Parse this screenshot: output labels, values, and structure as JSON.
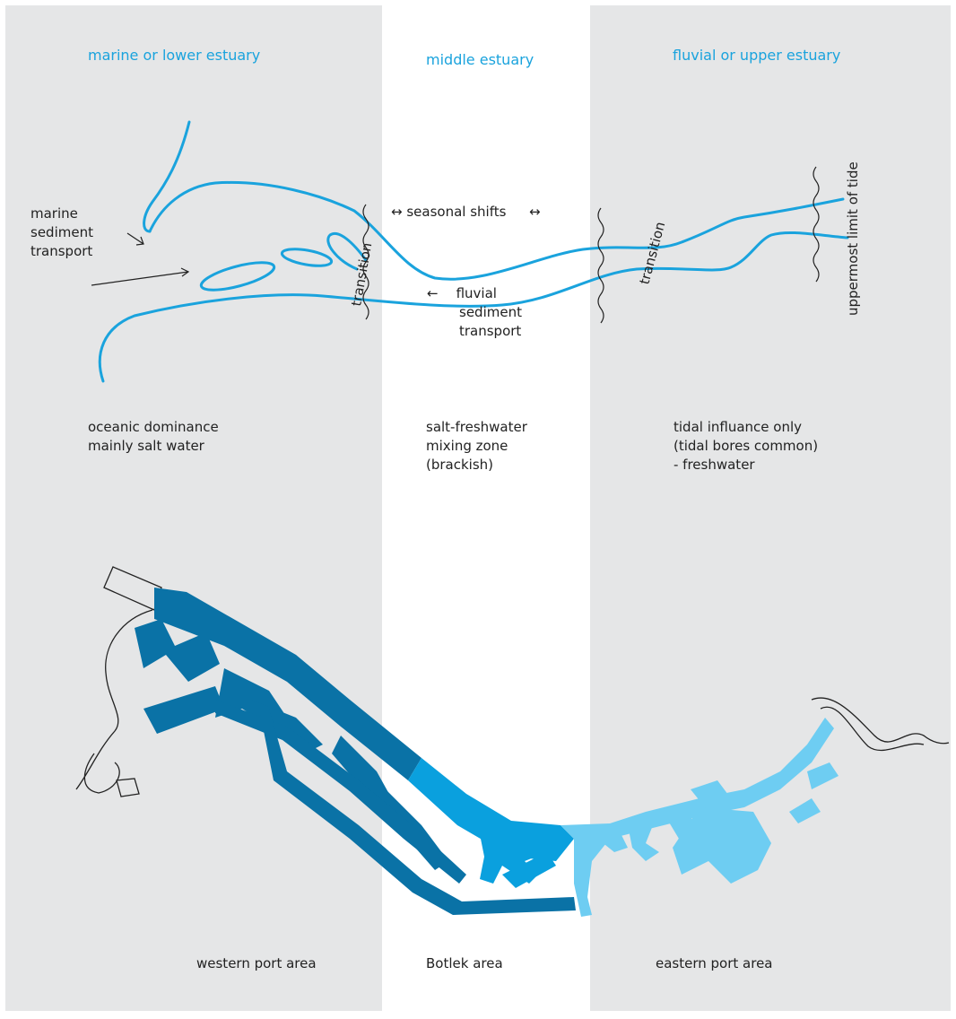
{
  "colors": {
    "panel": "#e5e6e7",
    "accent": "#1aa3dd",
    "river": "#1aa3dd",
    "port_western": "#0a72a6",
    "port_botlek": "#0aa0de",
    "port_eastern": "#6ecdf2",
    "ink": "#222222"
  },
  "zones": {
    "left": {
      "heading": "marine or lower estuary"
    },
    "middle": {
      "heading": "middle estuary"
    },
    "right": {
      "heading": "fluvial or upper estuary"
    }
  },
  "annotations": {
    "marine_transport": [
      "marine",
      "sediment",
      "transport"
    ],
    "seasonal_shifts": "seasonal shifts",
    "fluvial_transport": [
      "fluvial",
      "sediment",
      "transport"
    ],
    "transition": "transition",
    "tide_limit": "uppermost limit of tide",
    "arrow_both": "↔",
    "arrow_left": "←"
  },
  "descriptions": {
    "left": [
      "oceanic dominance",
      "mainly salt water"
    ],
    "middle": [
      "salt-freshwater",
      "mixing zone",
      "(brackish)"
    ],
    "right": [
      "tidal influance only",
      "(tidal bores common)",
      "- freshwater"
    ]
  },
  "port_areas": {
    "western": "western port area",
    "botlek": "Botlek area",
    "eastern": "eastern port area"
  }
}
